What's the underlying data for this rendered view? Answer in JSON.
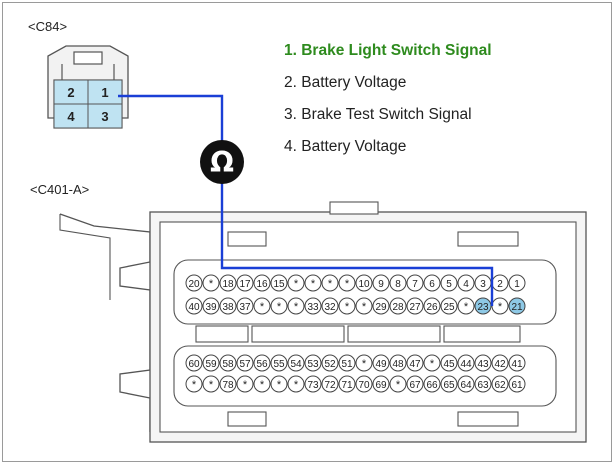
{
  "connectors": {
    "c84": {
      "label": "<C84>",
      "pins": [
        {
          "num": "2"
        },
        {
          "num": "1"
        },
        {
          "num": "4"
        },
        {
          "num": "3"
        }
      ]
    },
    "c401a": {
      "label": "<C401-A>",
      "rows": [
        [
          "20",
          "*",
          "18",
          "17",
          "16",
          "15",
          "*",
          "*",
          "*",
          "*",
          "10",
          "9",
          "8",
          "7",
          "6",
          "5",
          "4",
          "3",
          "2",
          "1"
        ],
        [
          "40",
          "39",
          "38",
          "37",
          "*",
          "*",
          "*",
          "33",
          "32",
          "*",
          "*",
          "29",
          "28",
          "27",
          "26",
          "25",
          "*",
          "23",
          "*",
          "21"
        ],
        [
          "60",
          "59",
          "58",
          "57",
          "56",
          "55",
          "54",
          "53",
          "52",
          "51",
          "*",
          "49",
          "48",
          "47",
          "*",
          "45",
          "44",
          "43",
          "42",
          "41"
        ],
        [
          "*",
          "*",
          "78",
          "*",
          "*",
          "*",
          "*",
          "73",
          "72",
          "71",
          "70",
          "69",
          "*",
          "67",
          "66",
          "65",
          "64",
          "63",
          "62",
          "61"
        ]
      ],
      "highlighted_pins": [
        "23",
        "21"
      ]
    }
  },
  "meter": {
    "symbol": "Ω"
  },
  "legend": [
    {
      "text": "1. Brake Light Switch Signal",
      "active": true
    },
    {
      "text": "2. Battery Voltage",
      "active": false
    },
    {
      "text": "3. Brake Test Switch Signal",
      "active": false
    },
    {
      "text": "4. Battery Voltage",
      "active": false
    }
  ],
  "colors": {
    "wire": "#1a3fd6",
    "highlight_pin": "#8ec9e6",
    "c84_pin": "#bfe3f2",
    "active_legend": "#2e8b1e"
  }
}
